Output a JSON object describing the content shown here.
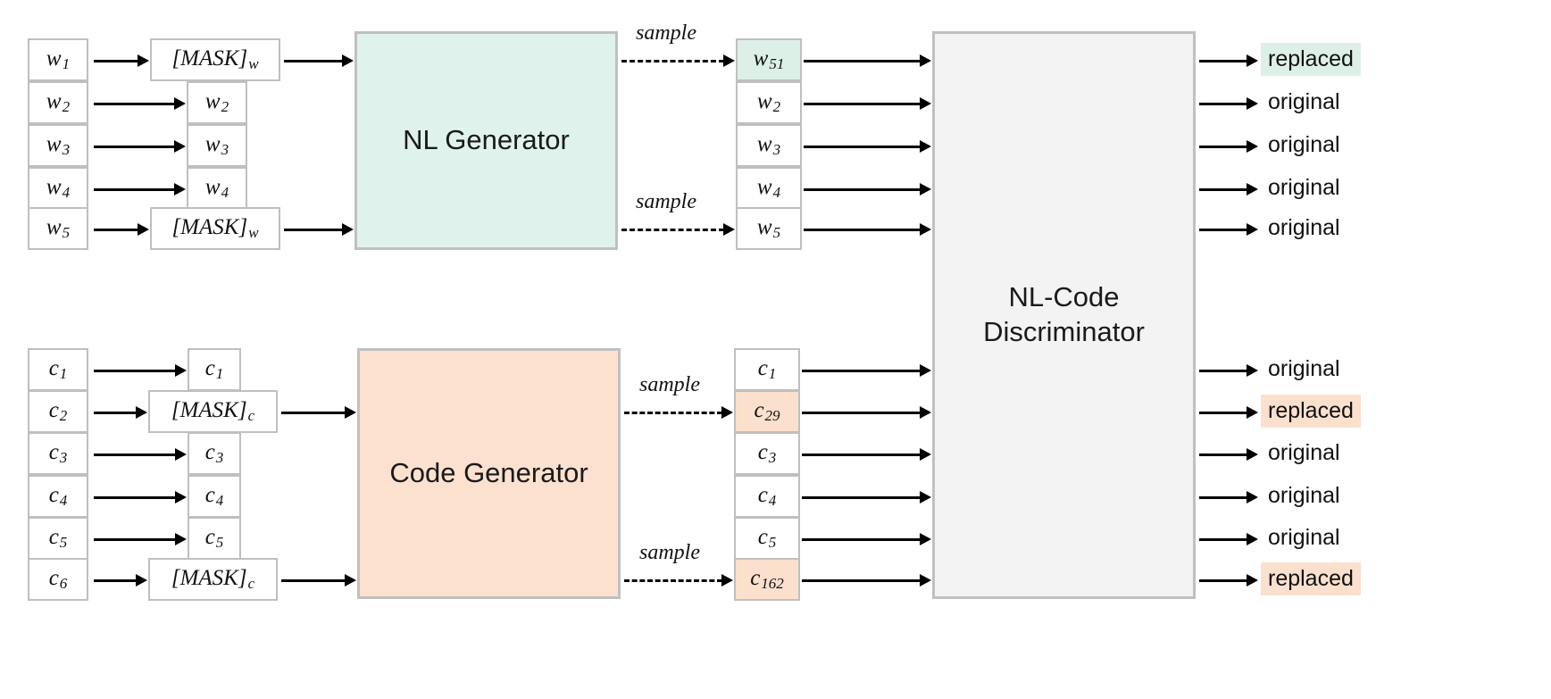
{
  "diagram": {
    "title": "NL-Code ELECTRA style generator-discriminator diagram",
    "colors": {
      "nl_generator_fill": "#e0f2ec",
      "code_generator_fill": "#fce1cf",
      "discriminator_fill": "#f3f3f3",
      "cell_border": "#bfbfbf",
      "highlight_green": "#ddf0e8",
      "highlight_peach": "#fbe0cd",
      "arrow": "#000000"
    },
    "modules": {
      "nl_generator": "NL Generator",
      "code_generator": "Code Generator",
      "discriminator_line1": "NL-Code",
      "discriminator_line2": "Discriminator"
    },
    "sample_label": "sample",
    "nl": {
      "input_tokens": [
        {
          "base": "w",
          "sub": "1"
        },
        {
          "base": "w",
          "sub": "2"
        },
        {
          "base": "w",
          "sub": "3"
        },
        {
          "base": "w",
          "sub": "4"
        },
        {
          "base": "w",
          "sub": "5"
        }
      ],
      "masked_tokens": [
        {
          "base": "[MASK]",
          "sub": "w",
          "mask": true
        },
        {
          "base": "w",
          "sub": "2"
        },
        {
          "base": "w",
          "sub": "3"
        },
        {
          "base": "w",
          "sub": "4"
        },
        {
          "base": "[MASK]",
          "sub": "w",
          "mask": true
        }
      ],
      "sampled_tokens": [
        {
          "base": "w",
          "sub": "51",
          "highlight": "green"
        },
        {
          "base": "w",
          "sub": "2"
        },
        {
          "base": "w",
          "sub": "3"
        },
        {
          "base": "w",
          "sub": "4"
        },
        {
          "base": "w",
          "sub": "5"
        }
      ],
      "outputs": [
        {
          "text": "replaced",
          "highlight": "green"
        },
        {
          "text": "original"
        },
        {
          "text": "original"
        },
        {
          "text": "original"
        },
        {
          "text": "original"
        }
      ]
    },
    "code": {
      "input_tokens": [
        {
          "base": "c",
          "sub": "1"
        },
        {
          "base": "c",
          "sub": "2"
        },
        {
          "base": "c",
          "sub": "3"
        },
        {
          "base": "c",
          "sub": "4"
        },
        {
          "base": "c",
          "sub": "5"
        },
        {
          "base": "c",
          "sub": "6"
        }
      ],
      "masked_tokens": [
        {
          "base": "c",
          "sub": "1"
        },
        {
          "base": "[MASK]",
          "sub": "c",
          "mask": true
        },
        {
          "base": "c",
          "sub": "3"
        },
        {
          "base": "c",
          "sub": "4"
        },
        {
          "base": "c",
          "sub": "5"
        },
        {
          "base": "[MASK]",
          "sub": "c",
          "mask": true
        }
      ],
      "sampled_tokens": [
        {
          "base": "c",
          "sub": "1"
        },
        {
          "base": "c",
          "sub": "29",
          "highlight": "peach"
        },
        {
          "base": "c",
          "sub": "3"
        },
        {
          "base": "c",
          "sub": "4"
        },
        {
          "base": "c",
          "sub": "5"
        },
        {
          "base": "c",
          "sub": "162",
          "highlight": "peach"
        }
      ],
      "outputs": [
        {
          "text": "original"
        },
        {
          "text": "replaced",
          "highlight": "peach"
        },
        {
          "text": "original"
        },
        {
          "text": "original"
        },
        {
          "text": "original"
        },
        {
          "text": "replaced",
          "highlight": "peach"
        }
      ]
    }
  }
}
